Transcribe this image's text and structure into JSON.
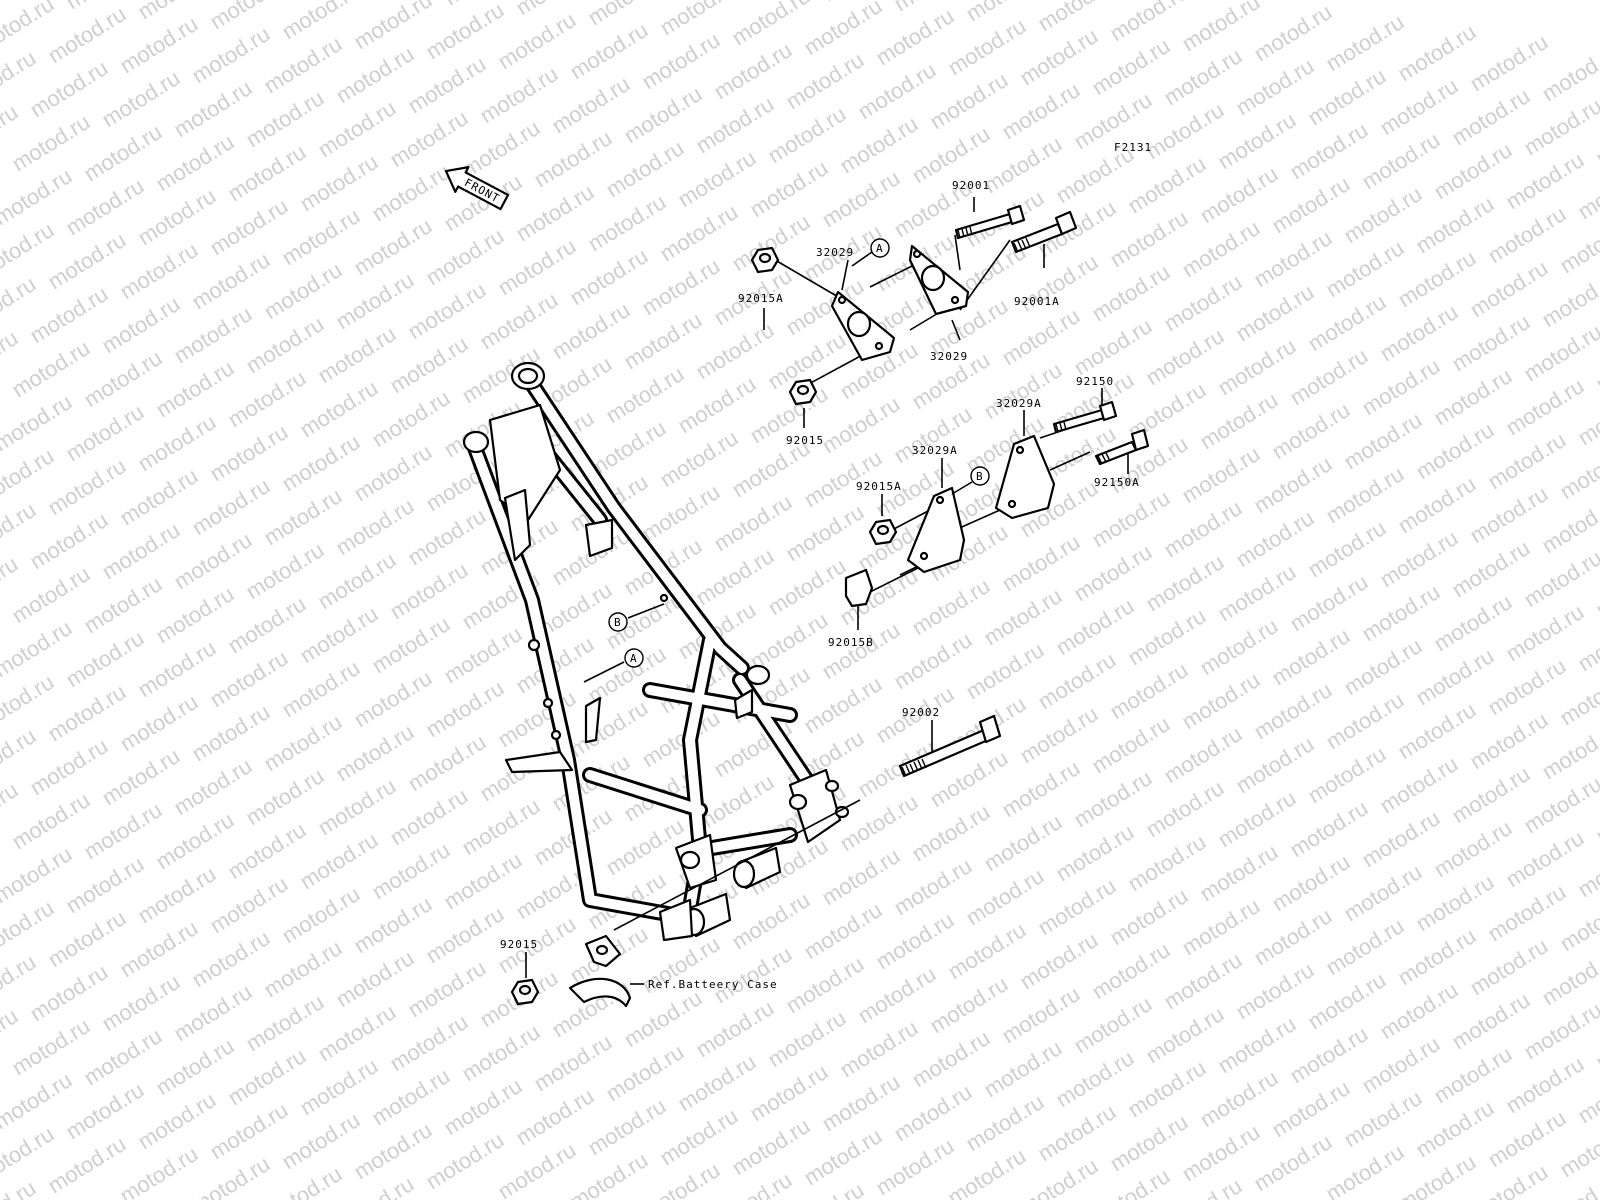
{
  "diagram_code": "F2131",
  "front_label": "FRONT",
  "watermark": "motod.ru",
  "callouts": {
    "a": "A",
    "b": "B"
  },
  "parts": {
    "bolt_92001": "92001",
    "plate_32029_left": "32029",
    "nut_92015A_upper": "92015A",
    "bolt_92001A": "92001A",
    "plate_32029_right": "32029",
    "nut_92015_upper": "92015",
    "bolt_92150": "92150",
    "plate_32029A_right": "32029A",
    "plate_32029A_left": "32029A",
    "nut_92015A_middle": "92015A",
    "bolt_92150A": "92150A",
    "bracket_92015B": "92015B",
    "bolt_92002": "92002",
    "nut_92015_lower": "92015",
    "ref_battery_case": "Ref.Batteery Case"
  }
}
